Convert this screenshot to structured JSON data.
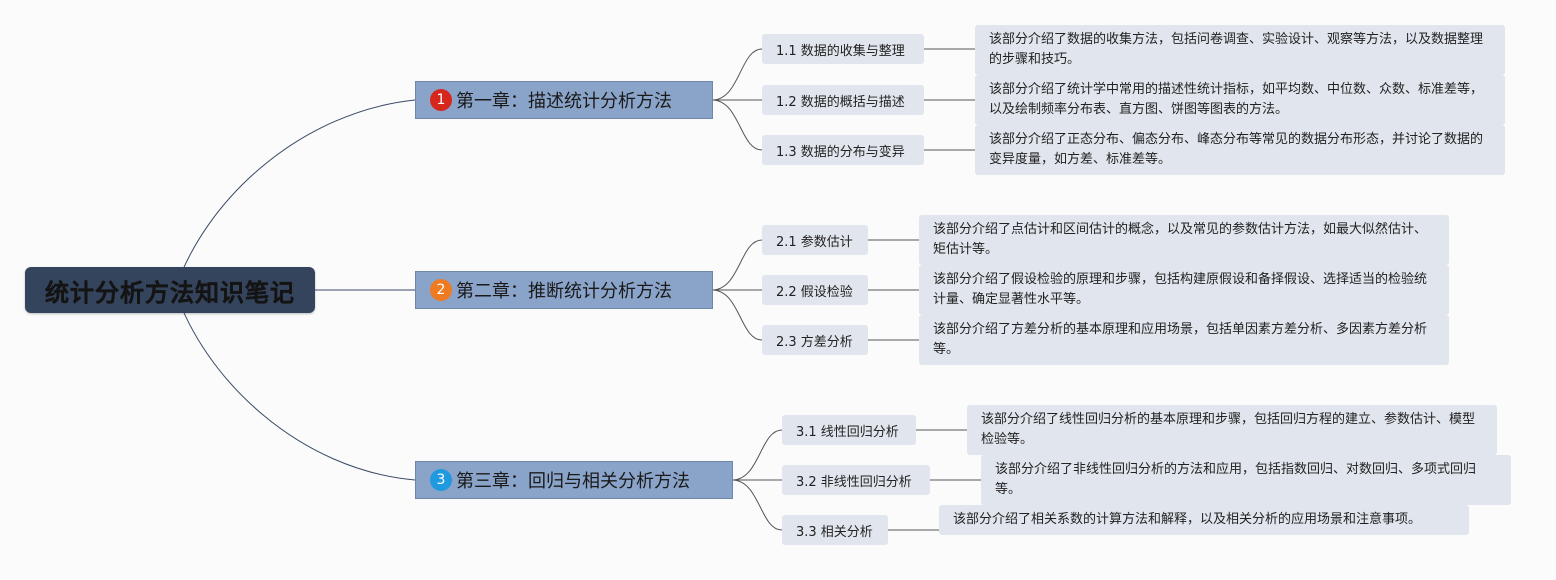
{
  "root": {
    "title": "统计分析方法知识笔记"
  },
  "chapters": [
    {
      "badge": "1",
      "badge_color": "#d7261c",
      "title": "第一章：描述统计分析方法",
      "subs": [
        {
          "label": "1.1 数据的收集与整理",
          "desc": "该部分介绍了数据的收集方法，包括问卷调查、实验设计、观察等方法，以及数据整理的步骤和技巧。"
        },
        {
          "label": "1.2 数据的概括与描述",
          "desc": "该部分介绍了统计学中常用的描述性统计指标，如平均数、中位数、众数、标准差等，以及绘制频率分布表、直方图、饼图等图表的方法。"
        },
        {
          "label": "1.3 数据的分布与变异",
          "desc": "该部分介绍了正态分布、偏态分布、峰态分布等常见的数据分布形态，并讨论了数据的变异度量，如方差、标准差等。"
        }
      ]
    },
    {
      "badge": "2",
      "badge_color": "#ee7b22",
      "title": "第二章：推断统计分析方法",
      "subs": [
        {
          "label": "2.1 参数估计",
          "desc": "该部分介绍了点估计和区间估计的概念，以及常见的参数估计方法，如最大似然估计、矩估计等。"
        },
        {
          "label": "2.2 假设检验",
          "desc": "该部分介绍了假设检验的原理和步骤，包括构建原假设和备择假设、选择适当的检验统计量、确定显著性水平等。"
        },
        {
          "label": "2.3 方差分析",
          "desc": "该部分介绍了方差分析的基本原理和应用场景，包括单因素方差分析、多因素方差分析等。"
        }
      ]
    },
    {
      "badge": "3",
      "badge_color": "#1f9ae0",
      "title": "第三章：回归与相关分析方法",
      "subs": [
        {
          "label": "3.1 线性回归分析",
          "desc": "该部分介绍了线性回归分析的基本原理和步骤，包括回归方程的建立、参数估计、模型检验等。"
        },
        {
          "label": "3.2 非线性回归分析",
          "desc": "该部分介绍了非线性回归分析的方法和应用，包括指数回归、对数回归、多项式回归等。"
        },
        {
          "label": "3.3 相关分析",
          "desc": "该部分介绍了相关系数的计算方法和解释，以及相关分析的应用场景和注意事项。"
        }
      ]
    }
  ]
}
